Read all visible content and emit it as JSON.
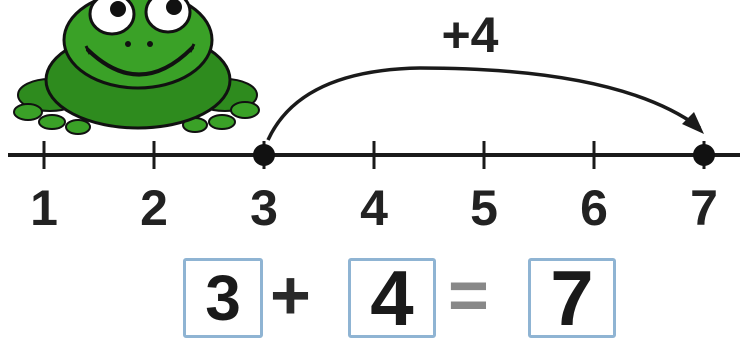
{
  "number_line": {
    "ticks": [
      1,
      2,
      3,
      4,
      5,
      6,
      7
    ],
    "start": 3,
    "end": 7,
    "jump_label": "+4"
  },
  "equation": {
    "first": "3",
    "plus": "+",
    "second": "4",
    "equals": "=",
    "result": "7"
  },
  "colors": {
    "frog_green": "#2e8b1e",
    "frog_dark": "#1b5e12",
    "box_border": "#8fb4d3",
    "ink": "#1a1a1a"
  },
  "icons": {
    "mascot": "frog-icon"
  }
}
